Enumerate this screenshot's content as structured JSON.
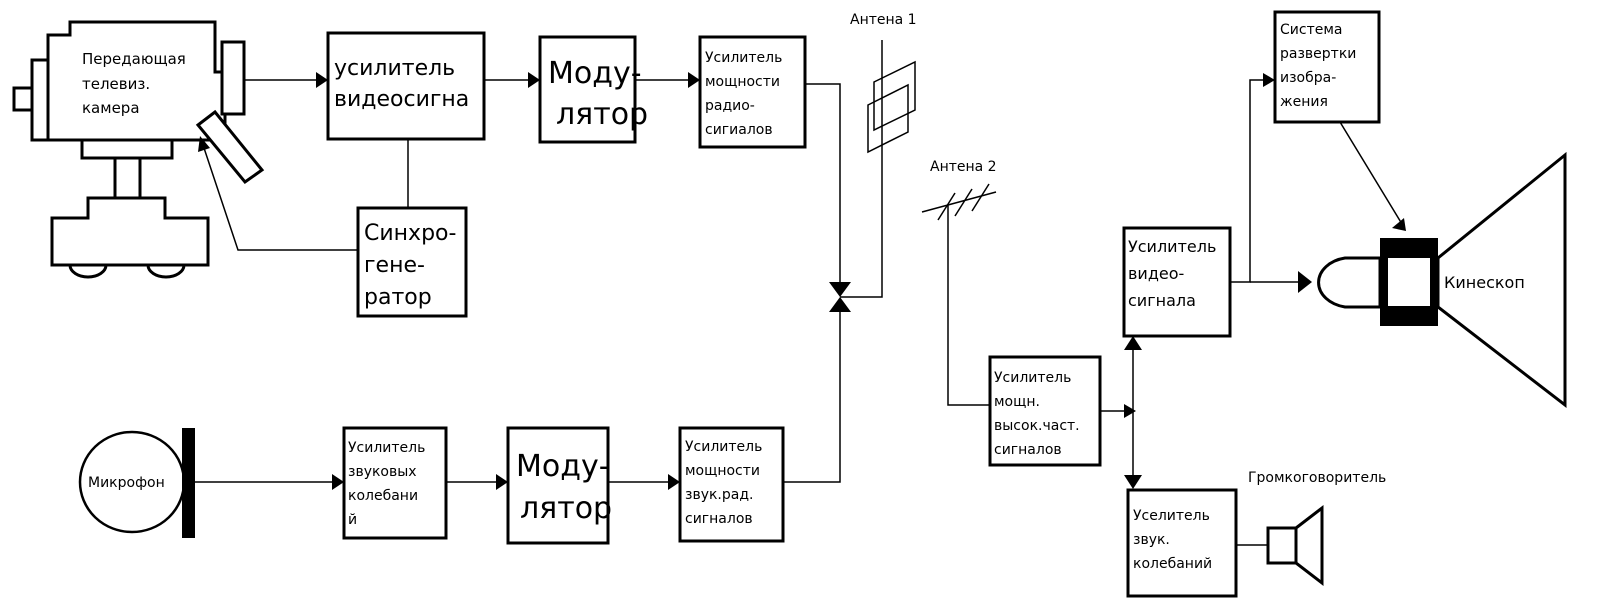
{
  "transmitter": {
    "camera": [
      "Передающая",
      "телевиз.",
      "камера"
    ],
    "video_amp": [
      "усилитель",
      "видеосигна"
    ],
    "modulator_video": [
      "Моду-",
      "лятор"
    ],
    "radio_power_amp": [
      "Усилитель",
      "мощности",
      "радио-",
      "сигиалов"
    ],
    "sync_gen": [
      "Синхро-",
      "гене-",
      "ратор"
    ],
    "microphone": "Микрофон",
    "sound_amp": [
      "Усилитель",
      "звуковых",
      "колебани",
      "й"
    ],
    "modulator_sound": [
      "Моду-",
      "лятор"
    ],
    "sound_power_amp": [
      "Усилитель",
      "мощности",
      "звук.рад.",
      "сигналов"
    ],
    "antenna1": "Антена 1"
  },
  "receiver": {
    "antenna2": "Антена 2",
    "hf_power_amp": [
      "Усилитель",
      "мощн.",
      "высок.част.",
      "сигналов"
    ],
    "video_amp": [
      "Усилитель",
      "видео-",
      "сигнала"
    ],
    "scan_system": [
      "Система",
      "развертки",
      "изобра-",
      "жения"
    ],
    "kinescope": "Кинескоп",
    "sound_amp": [
      "Уселитель",
      "звук.",
      "колебаний"
    ],
    "loudspeaker": "Громкоговоритель"
  }
}
